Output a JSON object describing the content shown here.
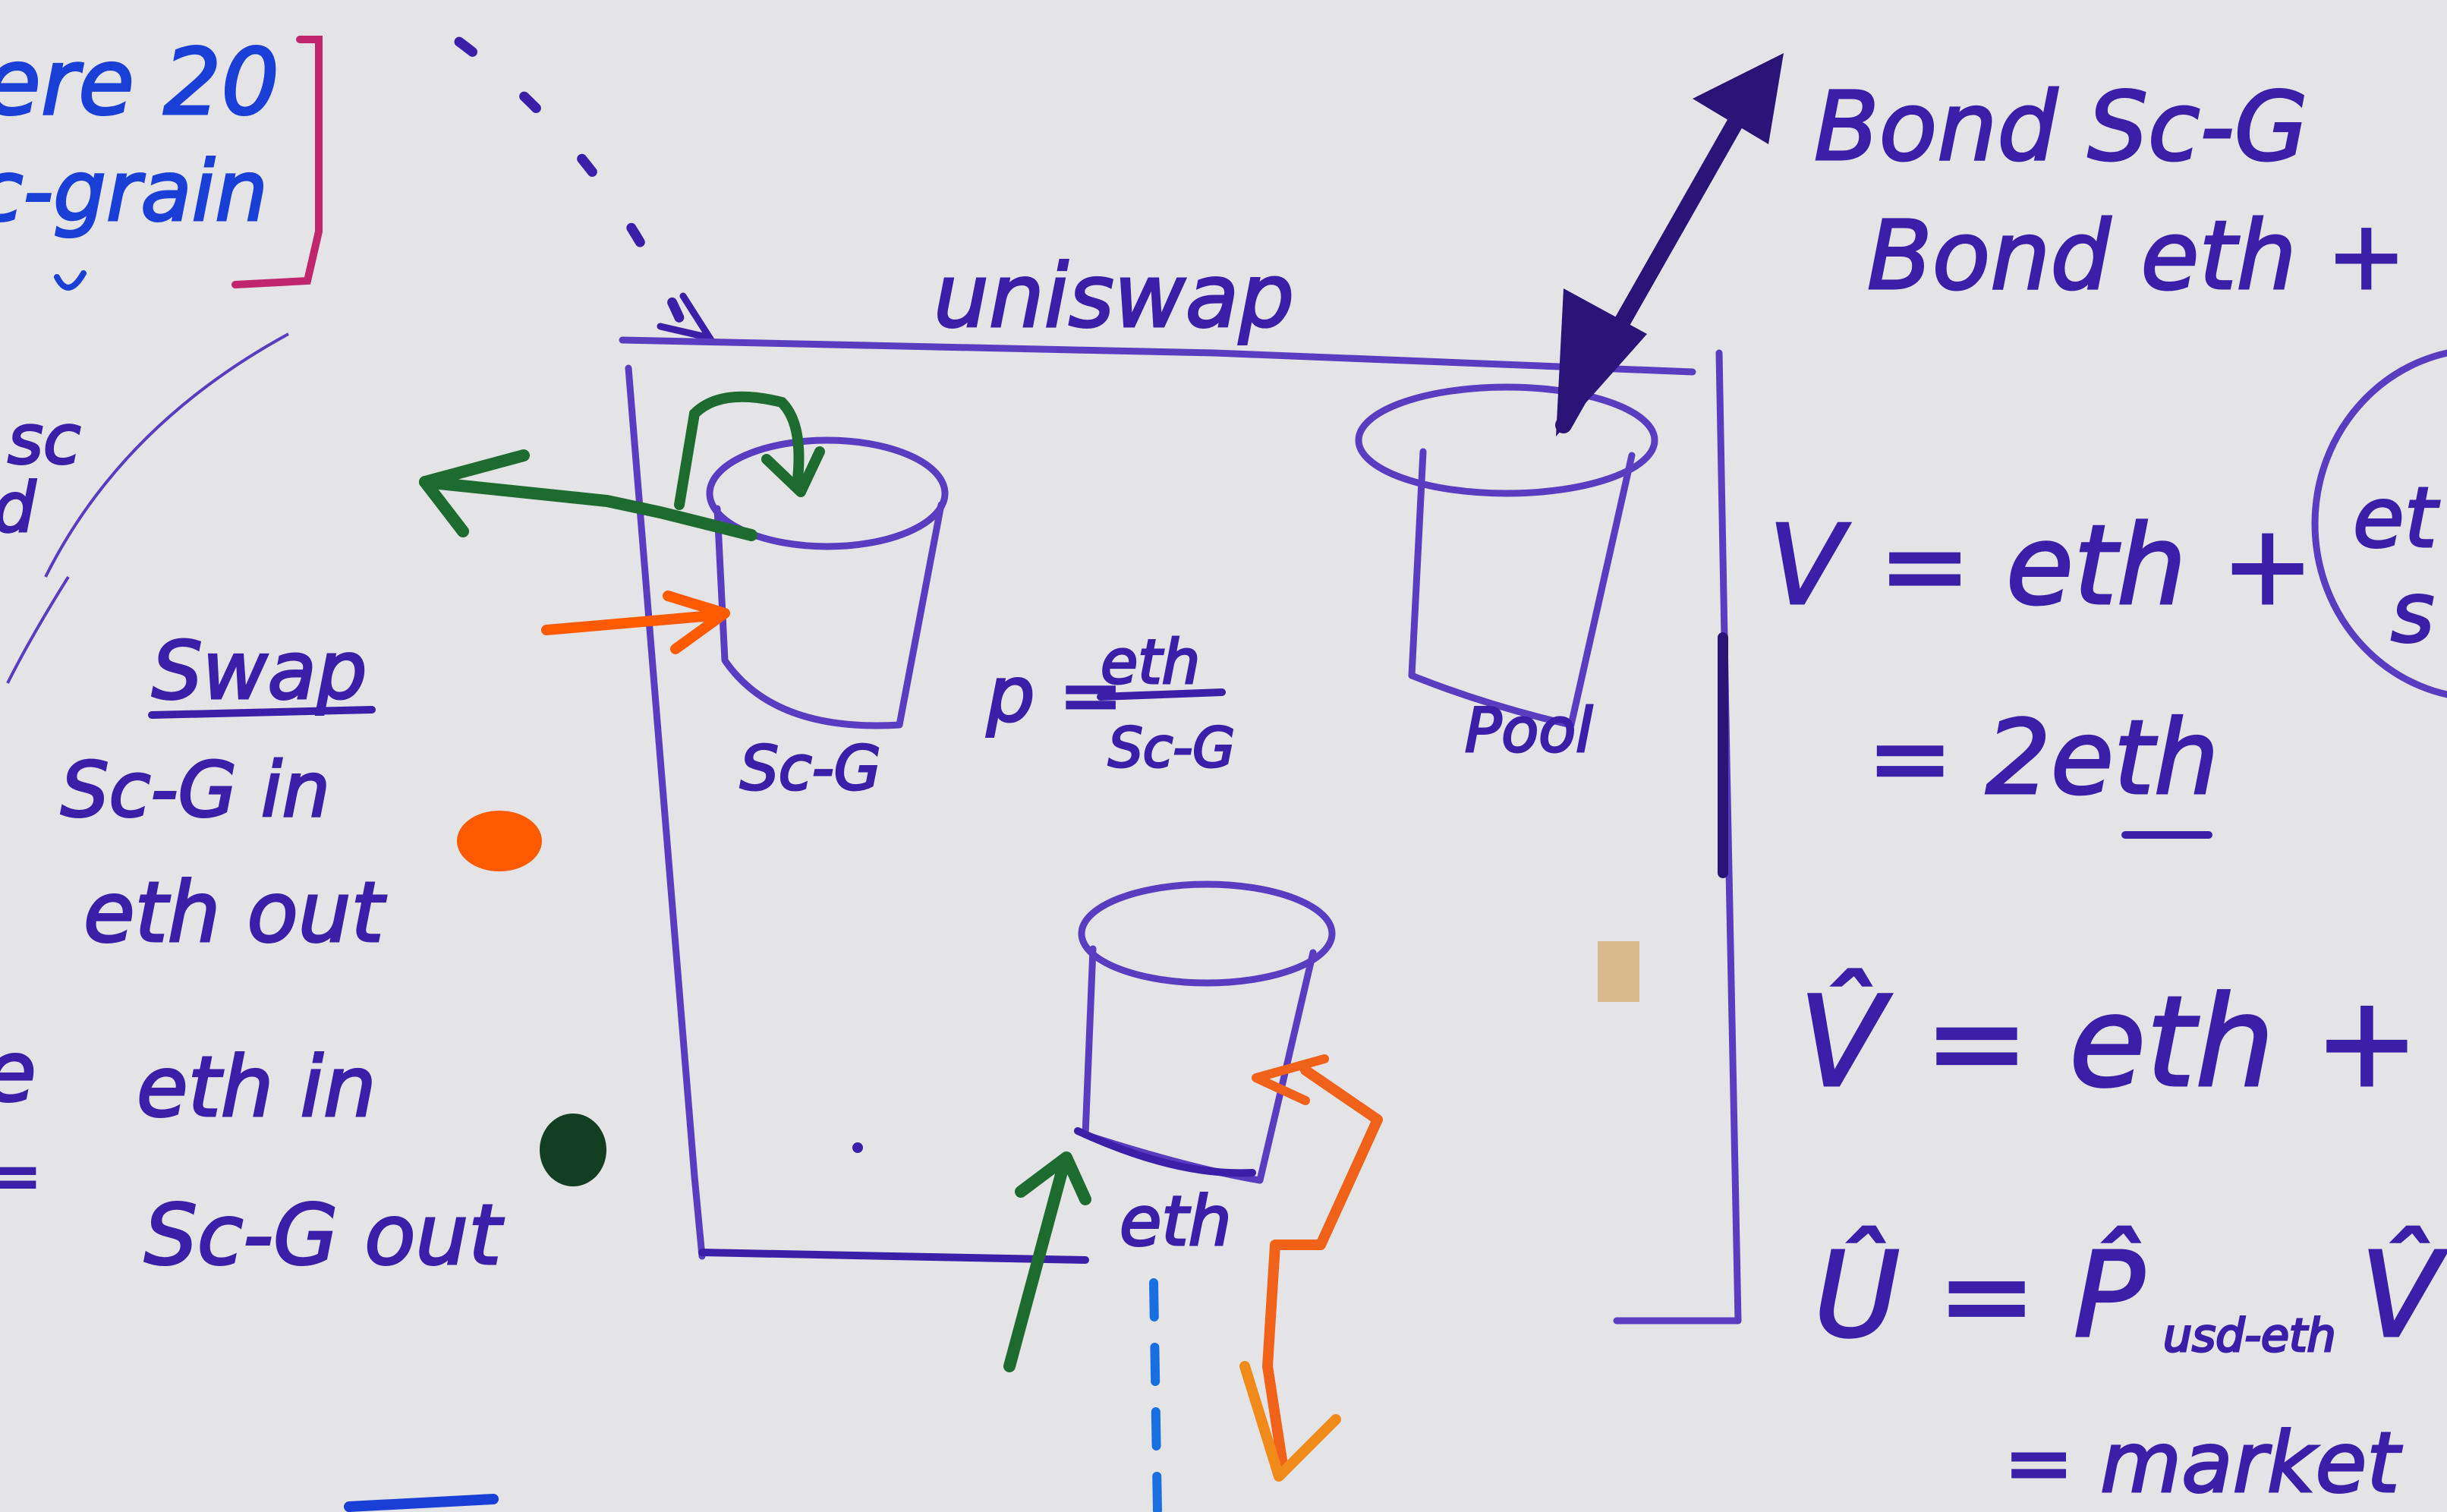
{
  "board": {
    "background": "#e4e4e6",
    "colors": {
      "purple_marker": "#3b1fa8",
      "light_purple_marker": "#5a3cc0",
      "blue_marker": "#1a3fd6",
      "green_marker": "#1d6b2e",
      "orange_marker": "#f0621a",
      "red_marker": "#ff5a00",
      "magenta_marker": "#c0266e"
    }
  },
  "top_left": {
    "line1": "ere 20",
    "line2": "c-grain"
  },
  "left_cut": {
    "text1": "sc",
    "text2": "d",
    "text3": "e",
    "text4": "="
  },
  "swap": {
    "heading": "Swap",
    "case1_line1": "Sc-G in",
    "case1_line2": "eth out",
    "case2_line1": "eth in",
    "case2_line2": "Sc-G out"
  },
  "diagram": {
    "title": "uniswap",
    "bucket_left_label": "Sc-G",
    "price_p": "p =",
    "price_numerator": "eth",
    "price_denominator": "Sc-G",
    "bucket_right_label": "Pool",
    "bucket_bottom_label": "eth"
  },
  "right_notes": {
    "line1": "Bond Sc-G",
    "line2": "Bond eth +",
    "eq1": "V = eth +",
    "eq1_circle_top": "et",
    "eq1_circle_bottom": "s",
    "eq2": "= 2eth",
    "eq3": "V̂ = eth +",
    "eq4_lhs": "Û = P̂",
    "eq4_sub": "usd-eth",
    "eq4_rhs": "V̂",
    "eq5": "= market"
  }
}
